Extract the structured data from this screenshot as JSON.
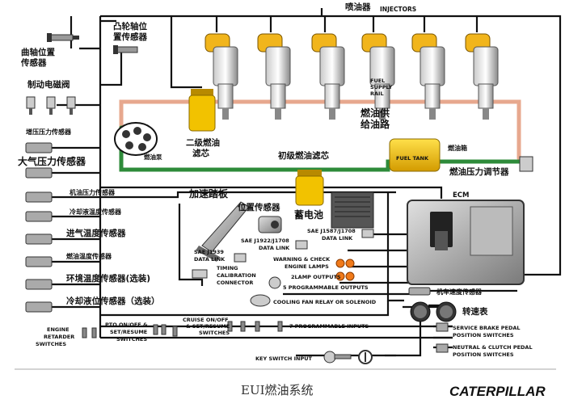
{
  "title": "EUI燃油系统",
  "brand": "CATERPILLAR",
  "labels": {
    "injectors_cn": "喷油器",
    "injectors_en": "INJECTORS",
    "cam_sensor": [
      "凸轮轴位",
      "置传感器"
    ],
    "crank_sensor": [
      "曲轴位置",
      "传感器"
    ],
    "brake_solenoid": "制动电磁阀",
    "boost_sensor": "增压压力传感器",
    "atm_sensor": "大气压力传感器",
    "oil_pressure_sensor": "机油压力传感器",
    "coolant_temp_sensor": "冷却液温度传感器",
    "intake_temp_sensor": "进气温度传感器",
    "fuel_temp_sensor": "燃油温度传感器",
    "ambient_temp_sensor": "环境温度传感器(选装)",
    "coolant_level_sensor": "冷却液位传感器（选装）",
    "secondary_filter": [
      "二级燃油",
      "滤芯"
    ],
    "fuel_pump": "燃油泵",
    "primary_filter": "初级燃油滤芯",
    "fuel_supply_rail_en": [
      "FUEL",
      "SUPPLY",
      "RAIL"
    ],
    "fuel_supply_rail_cn": [
      "燃油供",
      "给油路"
    ],
    "fuel_tank_cn": "燃油箱",
    "fuel_tank_en": "FUEL TANK",
    "fuel_pressure_regulator": "燃油压力调节器",
    "accel_pedal": "加速踏板",
    "position_sensor": "位置传感器",
    "battery": "蓄电池",
    "ecm": "ECM",
    "sae_j1587": [
      "SAE J1587/J1708",
      "DATA LINK"
    ],
    "sae_j1922": [
      "SAE J1922/J1708",
      "DATA LINK"
    ],
    "sae_j1939": [
      "SAE J1939",
      "DATA LINK"
    ],
    "timing_connector": [
      "TIMING",
      "CALIBRATION",
      "CONNECTOR"
    ],
    "warning_lamps": [
      "WARNING & CHECK",
      "ENGINE LAMPS"
    ],
    "lamp_outputs": "2LAMP  OUTPUTS",
    "prog_outputs": "5 PROGRAMMABLE OUTPUTS",
    "cooling_fan": "COOLING FAN RELAY OR SOLENOID",
    "vehicle_speed_sensor": "机车速度传感器",
    "tachometer": "转速表",
    "prog_inputs": "7 PROGRAMMABLE INPUTS",
    "engine_retarder": [
      "ENGINE",
      "RETARDER",
      "SWITCHES"
    ],
    "pto_switches": [
      "PTO ON/OFF &",
      "SET/RESUME",
      "SWITCHES"
    ],
    "cruise_switches": [
      "CRUISE ON/OFF",
      "& SET/RESUME",
      "SWITCHES"
    ],
    "service_brake": [
      "SERVICE BRAKE PEDAL",
      "POSITION SWITCHES"
    ],
    "neutral_clutch": [
      "NEUTRAL & CLUTCH PEDAL",
      "POSITION SWITCHES"
    ],
    "key_switch": "KEY SWITCH INPUT"
  },
  "colors": {
    "wire": "#111111",
    "fuel_return": "#e7a88e",
    "fuel_supply": "#2e8b3a",
    "injector_yellow": "#f1b51c",
    "brand_yellow": "#f2c200",
    "lamp_orange": "#f07a1a"
  }
}
